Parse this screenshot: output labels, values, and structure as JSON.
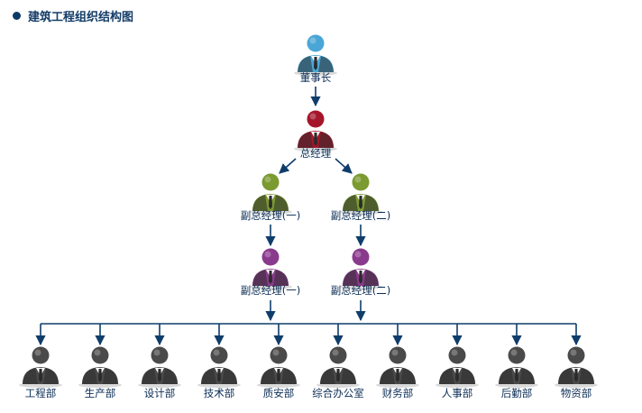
{
  "header": {
    "title": "建筑工程组织结构图"
  },
  "colors": {
    "line": "#0f3d6b",
    "chairman": "#4aa6d6",
    "general_manager": "#a5162a",
    "deputy_green": "#7b9a30",
    "deputy_purple": "#8a3a8c",
    "department": "#4a4a4a",
    "suit": "#2b2b2b",
    "shirt": "#ffffff"
  },
  "org": {
    "chairman": {
      "label": "董事长",
      "icon": "person-icon"
    },
    "general_manager": {
      "label": "总经理",
      "icon": "person-icon"
    },
    "deputies_level1": [
      {
        "label": "副总经理(一)",
        "icon": "person-icon"
      },
      {
        "label": "副总经理(二)",
        "icon": "person-icon"
      }
    ],
    "deputies_level2": [
      {
        "label": "副总经理(一)",
        "icon": "person-icon"
      },
      {
        "label": "副总经理(二)",
        "icon": "person-icon"
      }
    ],
    "departments": [
      {
        "label": "工程部"
      },
      {
        "label": "生产部"
      },
      {
        "label": "设计部"
      },
      {
        "label": "技术部"
      },
      {
        "label": "质安部"
      },
      {
        "label": "综合办公室"
      },
      {
        "label": "财务部"
      },
      {
        "label": "人事部"
      },
      {
        "label": "后勤部"
      },
      {
        "label": "物资部"
      }
    ]
  }
}
